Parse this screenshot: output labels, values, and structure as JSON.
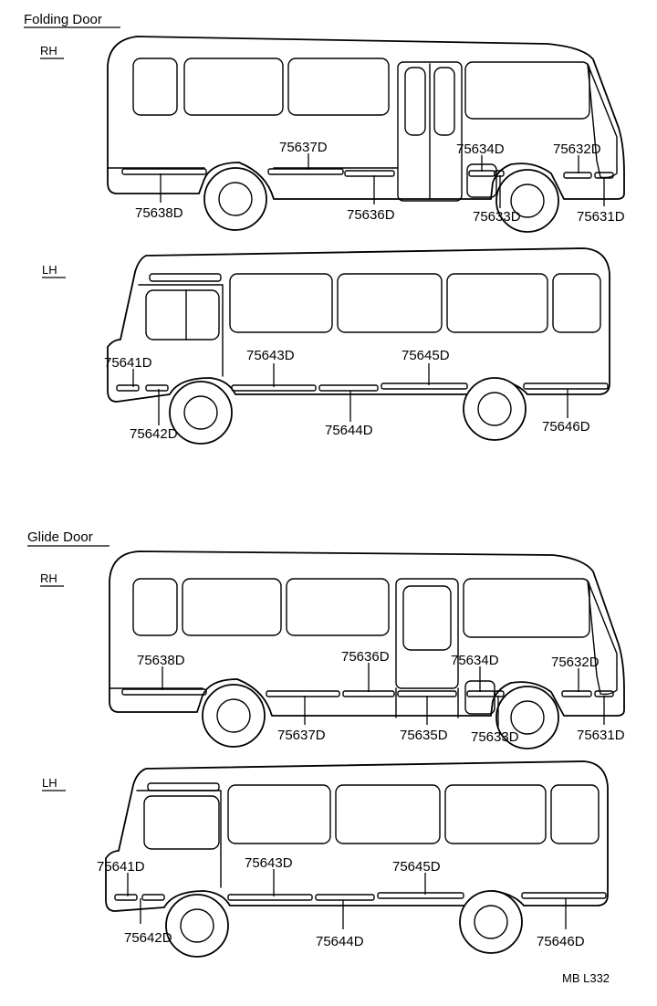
{
  "sections": [
    {
      "title": "Folding Door",
      "views": [
        {
          "side": "RH",
          "parts": [
            "75637D",
            "75634D",
            "75632D",
            "75638D",
            "75636D",
            "75633D",
            "75631D"
          ]
        },
        {
          "side": "LH",
          "parts": [
            "75641D",
            "75643D",
            "75645D",
            "75642D",
            "75644D",
            "75646D"
          ]
        }
      ]
    },
    {
      "title": "Glide Door",
      "views": [
        {
          "side": "RH",
          "parts": [
            "75638D",
            "75636D",
            "75634D",
            "75632D",
            "75637D",
            "75635D",
            "75633D",
            "75631D"
          ]
        },
        {
          "side": "LH",
          "parts": [
            "75641D",
            "75643D",
            "75645D",
            "75642D",
            "75644D",
            "75646D"
          ]
        }
      ]
    }
  ],
  "figure_code": "MB L332"
}
